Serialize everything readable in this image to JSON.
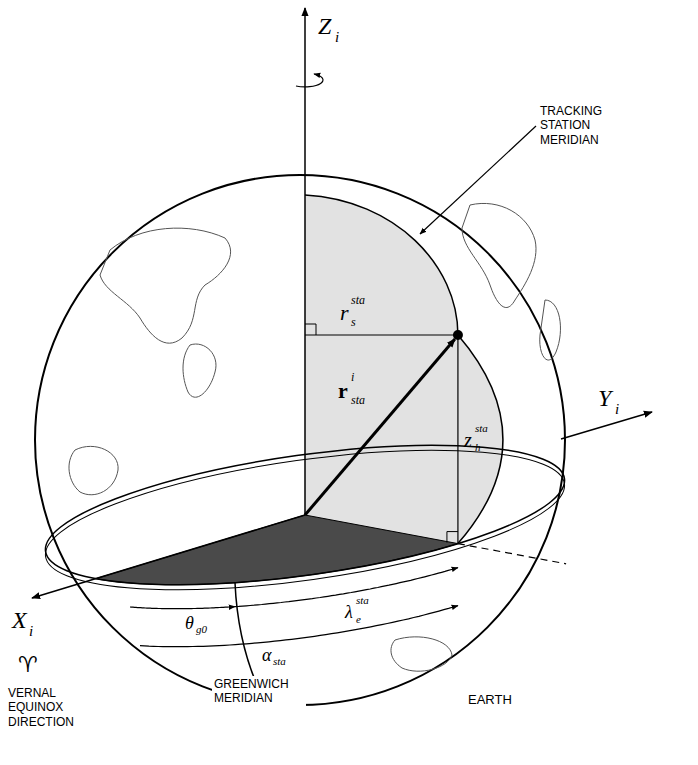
{
  "diagram": {
    "labels": [
      "Z",
      "i",
      "Y",
      "i",
      "X",
      "i",
      "r",
      "sta",
      "s",
      "r",
      "i",
      "sta",
      "z",
      "sta",
      "h",
      "θ",
      "g0",
      "λ",
      "sta",
      "e",
      "α",
      "sta",
      "♈",
      "VERNAL EQUINOX DIRECTION",
      "TRACKING STATION MERIDIAN",
      "GREENWICH MERIDIAN",
      "EARTH"
    ]
  }
}
